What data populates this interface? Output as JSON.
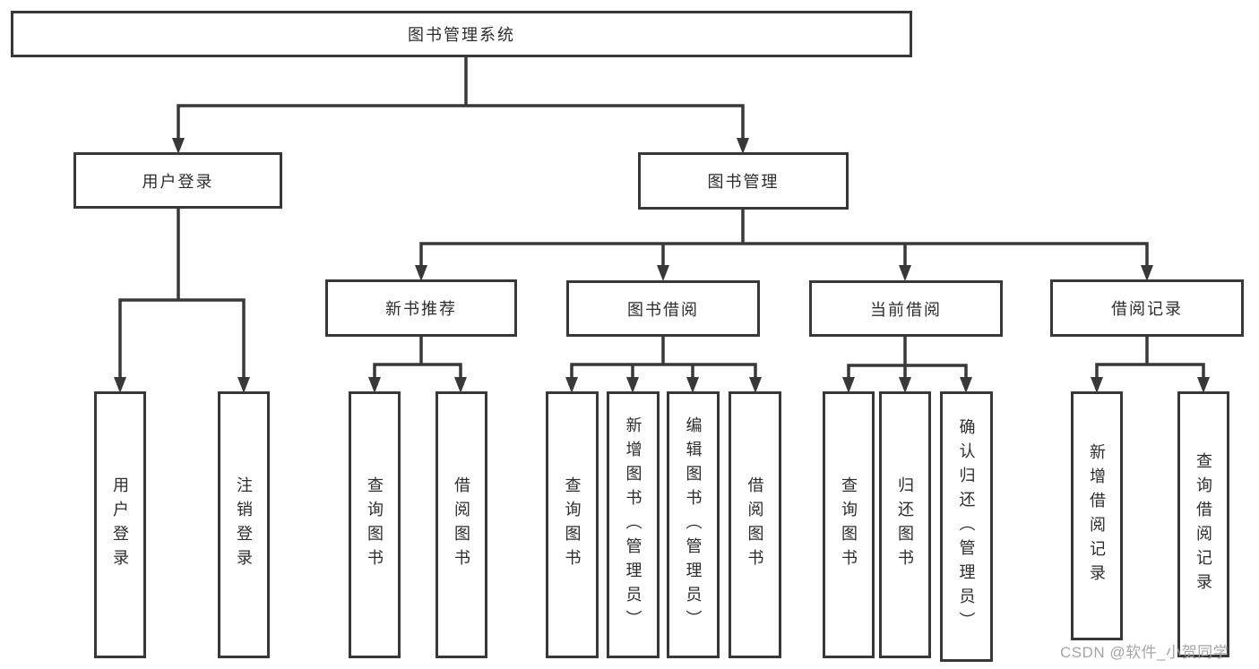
{
  "tree": {
    "root": {
      "label": "图书管理系统"
    },
    "children": [
      {
        "label": "用户登录",
        "children": [
          {
            "label": "用户登录"
          },
          {
            "label": "注销登录"
          }
        ]
      },
      {
        "label": "图书管理",
        "children": [
          {
            "label": "新书推荐",
            "children": [
              {
                "label": "查询图书"
              },
              {
                "label": "借阅图书"
              }
            ]
          },
          {
            "label": "图书借阅",
            "children": [
              {
                "label": "查询图书"
              },
              {
                "label": "新增图书（管理员）"
              },
              {
                "label": "编辑图书（管理员）"
              },
              {
                "label": "借阅图书"
              }
            ]
          },
          {
            "label": "当前借阅",
            "children": [
              {
                "label": "查询图书"
              },
              {
                "label": "归还图书"
              },
              {
                "label": "确认归还（管理员）"
              }
            ]
          },
          {
            "label": "借阅记录",
            "children": [
              {
                "label": "新增借阅记录"
              },
              {
                "label": "查询借阅记录"
              }
            ]
          }
        ]
      }
    ]
  },
  "watermark": {
    "text": "CSDN @软件_小贺同学"
  },
  "colors": {
    "line": "#383838",
    "box_border": "#383838",
    "box_fill": "#ffffff",
    "text": "#2d2d2d",
    "watermark": "#a5a5a5",
    "background": "#ffffff"
  }
}
